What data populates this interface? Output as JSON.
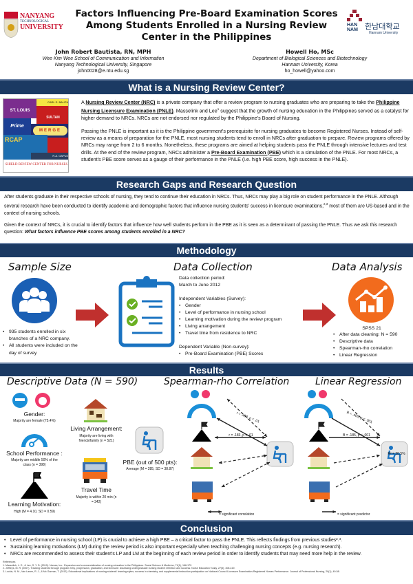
{
  "header": {
    "title": "Factors Influencing Pre-Board Examination Scores Among Students Enrolled in a Nursing Review Center in the Philippines",
    "left_logo": {
      "text": [
        "NANYANG",
        "TECHNOLOGICAL",
        "UNIVERSITY"
      ]
    },
    "right_logo": {
      "text": [
        "HAN",
        "NAM",
        "한남대학교",
        "Hannam University"
      ]
    },
    "authors": [
      {
        "name": "John Robert Bautista, RN, MPH",
        "affil1": "Wee Kim Wee School of Communication and Information",
        "affil2": "Nanyang Technological University, Singapore",
        "email": "john0028@e.ntu.edu.sg"
      },
      {
        "name": "Howell Ho, MSc",
        "affil1": "Department of Biological Sciences and Biotechnology",
        "affil2": "Hannam University, Korea",
        "email": "ho_howell@yahoo.com"
      }
    ]
  },
  "colors": {
    "banner": "#1b3a63",
    "accent_blue": "#1a73c1",
    "arrow_red": "#c0302e",
    "orange": "#f26b1d",
    "pink": "#f0386b",
    "green": "#6ab023"
  },
  "nrc": {
    "heading": "What is a Nursing Review Center?",
    "collage": [
      "ST. LOUIS",
      "CARL E. BALITA",
      "SULTAN",
      "Prime",
      "MERGE",
      "RCAP",
      "R.A. GAPUZ",
      "SHIELD REVIEW CENTER FOR NURSES"
    ],
    "p1_a": "A ",
    "p1_term1": "Nursing Review Center (NRC)",
    "p1_b": " is a private company that offer a review program to nursing graduates who are preparing to take the ",
    "p1_term2": "Philippine Nursing Licensure Examination (PNLE)",
    "p1_c": ". Masselink and Lee",
    "p1_sup": "1",
    "p1_d": " suggest that the growth of nursing education in the Philippines served as a catalyst for higher demand to NRCs. NRCs are not endorsed nor regulated by the Philippine's Board of Nursing.",
    "p2_a": "Passing the PNLE is important as it is the Philippine government's prerequisite for nursing graduates to become Registered Nurses. Instead of self-review as a means of preparation for the PNLE, most nursing students tend to enroll in NRCs after graduation to prepare. Review programs offered by NRCs may range from 2 to 6 months. Nonetheless, these programs are aimed at helping students pass the PNLE through intensive lectures and test drills. At the end of the review program, NRCs administer a ",
    "p2_term": "Pre-Board Examination (PBE)",
    "p2_b": " which is a simulation of the PNLE. For most NRCs, a student's PBE score serves as a gauge of their performance in the PNLE (i.e. high PBE score, high success in the PNLE)."
  },
  "gaps": {
    "heading": "Research Gaps and Research Question",
    "p1_a": "After students graduate in their respective schools of nursing, they tend to continue their education in NRCs. Thus, NRCs may play a big role on student performance in the PNLE. Although several research have been conducted to identify academic and demographic factors that influence nursing students' success in licensure examinations,",
    "p1_sup": "2,3",
    "p1_b": " most of them are US-based and in the context of nursing schools.",
    "p2": "Given the context of NRCs, it is crucial to identify factors that influence how well students perform in the PBE as it is seen as a determinant of passing the PNLE. Thus we ask this research question: ",
    "question": "What factors influence PBE scores among students enrolled in a NRC?"
  },
  "methodology": {
    "heading": "Methodology",
    "sample": {
      "title": "Sample Size",
      "bullets": [
        "935 students enrolled in six branches of a NRC company.",
        "All students were included on the day of survey"
      ]
    },
    "collection": {
      "title": "Data Collection",
      "period_label": "Data collection period:",
      "period": "March to June 2012",
      "iv_label": "Independent Variables (Survey):",
      "iv": [
        "Gender",
        "Level of performance in nursing school",
        "Learning motivation during the review program",
        "Living arrangement",
        "Travel time from residence to NRC"
      ],
      "dv_label": "Dependent Variable (Non-survey):",
      "dv": [
        "Pre-Board Examination (PBE) Scores"
      ]
    },
    "analysis": {
      "title": "Data Analysis",
      "software": "SPSS 21",
      "bullets": [
        "After data cleaning: N = 590",
        "Descriptive data",
        "Spearman-rho correlation",
        "Linear Regression"
      ]
    }
  },
  "results": {
    "heading": "Results",
    "descriptive": {
      "title": "Descriptive Data (N = 590)",
      "gender": {
        "label": "Gender:",
        "value": "Majority are female (75.4%)"
      },
      "school": {
        "label": "School Performance :",
        "value": "Majority are middle 50% of the class (n = 398)"
      },
      "motivation": {
        "label": "Learning Motivation:",
        "value": "High (M = 4.10, SD = 0.59)"
      },
      "living": {
        "label": "Living Arrangement:",
        "value": "Majority are living with friends/family (n = 521)"
      },
      "travel": {
        "label": "Travel Time",
        "value": "Majority is within 20 min (n = 342)"
      },
      "pbe": {
        "label": "PBE (out of 500 pts):",
        "value": "Average (M =  285, SD = 38.87)"
      }
    },
    "spearman": {
      "title": "Spearman-rho Correlation",
      "r_school": "r = .403, p < .01",
      "r_motivation": "r = .183, p < .01",
      "legend": "= significant correlation"
    },
    "regression": {
      "title": "Linear Regression",
      "b_school": "B = .405, p < .001",
      "b_motivation": "B = .185, p < .001",
      "r2": "R² = 20.5%",
      "legend": "= significant predictor"
    }
  },
  "conclusion": {
    "heading": "Conclusion",
    "bullets": [
      "Level of performance in nursing school (LP) is crucial to achieve a high PBE – a critical factor to pass the PNLE. This reflects findings from previous studies²˒³.",
      "Sustaining learning motivations (LM) during the review period is also important especially when teaching challenging nursing concepts (e.g. nursing research).",
      "NRCs are recommended to assess their student's LP and LM at the beginning of each review period in order to identify students that may need more help in the review."
    ]
  },
  "references": {
    "heading": "References",
    "items": [
      "1.   Masselink, L. E., & Lee, S. Y. D. (2010). Nurses, Inc.: Expansion and commercialization of nursing education in the Philippines. Social Science & Medicine, 71(1), 166-172.",
      "2.   Jeffreys, M. R. (2007). Tracking students through program entry, progression, graduation, and licensure: Assessing undergraduate nursing student retention and success. Nurse Education Today, 27(5), 406-419.",
      "3.   Lockie, N. M., Van Lanen, R. J., & Mc Gannon, T. (2013). Educational implications of nursing students' learning styles, success in chemistry, and supplemental instruction participation on National Council Licensure Examination-Registered Nurses Performance. Journal of Professional Nursing, 29(1), 49-58."
    ]
  }
}
